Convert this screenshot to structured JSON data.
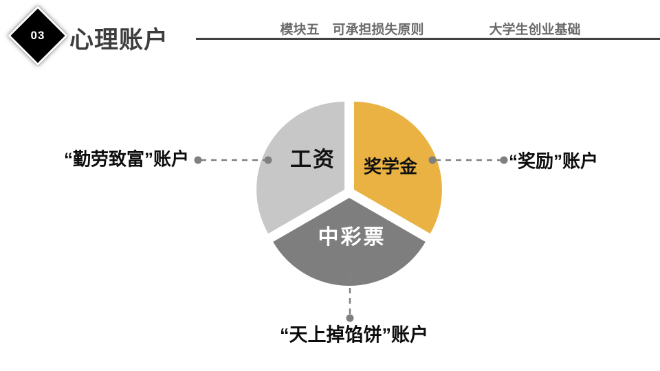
{
  "slide": {
    "badge_number": "03",
    "title": "心理账户",
    "header": {
      "module": "模块五　可承担损失原则",
      "course": "大学生创业基础",
      "divider_color": "#424242"
    }
  },
  "diagram": {
    "type": "pie",
    "connector_color": "#7F7F7F",
    "slices": [
      {
        "label": "工资",
        "account": "“勤劳致富”账户",
        "color": "#C7C7C7",
        "label_color": "#111111",
        "angle_deg": 120
      },
      {
        "label": "奖学金",
        "account": "“奖励”账户",
        "color": "#E9B243",
        "label_color": "#111111",
        "angle_deg": 120
      },
      {
        "label": "中彩票",
        "account": "“天上掉馅饼”账户",
        "color": "#7E7E7E",
        "label_color": "#FFFFFF",
        "angle_deg": 120
      }
    ]
  }
}
